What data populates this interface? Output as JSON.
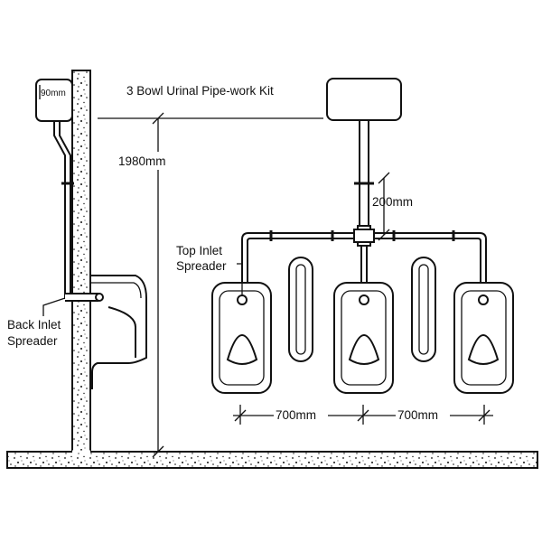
{
  "diagram": {
    "title": "3 Bowl Urinal Pipe-work Kit",
    "labels": {
      "cistern_width": "90mm",
      "height": "1980mm",
      "drop": "200mm",
      "top_inlet_line1": "Top Inlet",
      "top_inlet_line2": "Spreader",
      "back_inlet_line1": "Back Inlet",
      "back_inlet_line2": "Spreader",
      "spacing_left": "700mm",
      "spacing_right": "700mm"
    }
  }
}
